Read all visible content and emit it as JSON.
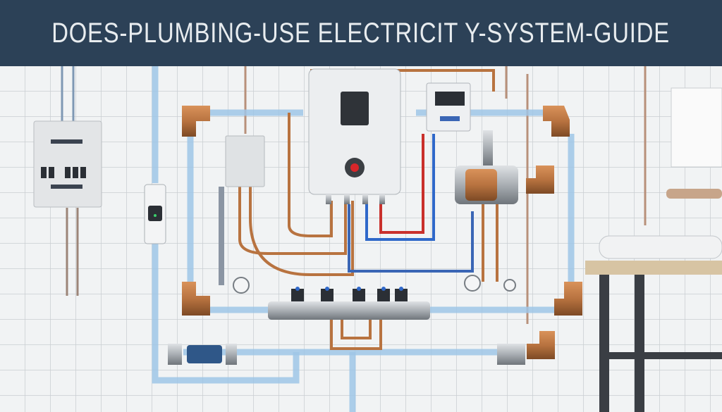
{
  "banner": {
    "title": "DOES-PLUMBING-USE ELECTRICIT Y-SYSTEM-GUIDE"
  },
  "colors": {
    "banner": "#2c4157",
    "title_text": "#e8ecef",
    "wall_tile": "#f1f3f4",
    "grout": "#c9ced2",
    "copper": "#b87340",
    "water_pipe": "#9fc6e6",
    "indicator_red": "#d8262a",
    "valve_blue": "#2f68c9"
  },
  "illustration": {
    "icons": [
      "electrical-panel",
      "water-heater",
      "control-box",
      "pump-motor",
      "manifold",
      "pressure-gauge",
      "workbench",
      "blueprint"
    ]
  }
}
